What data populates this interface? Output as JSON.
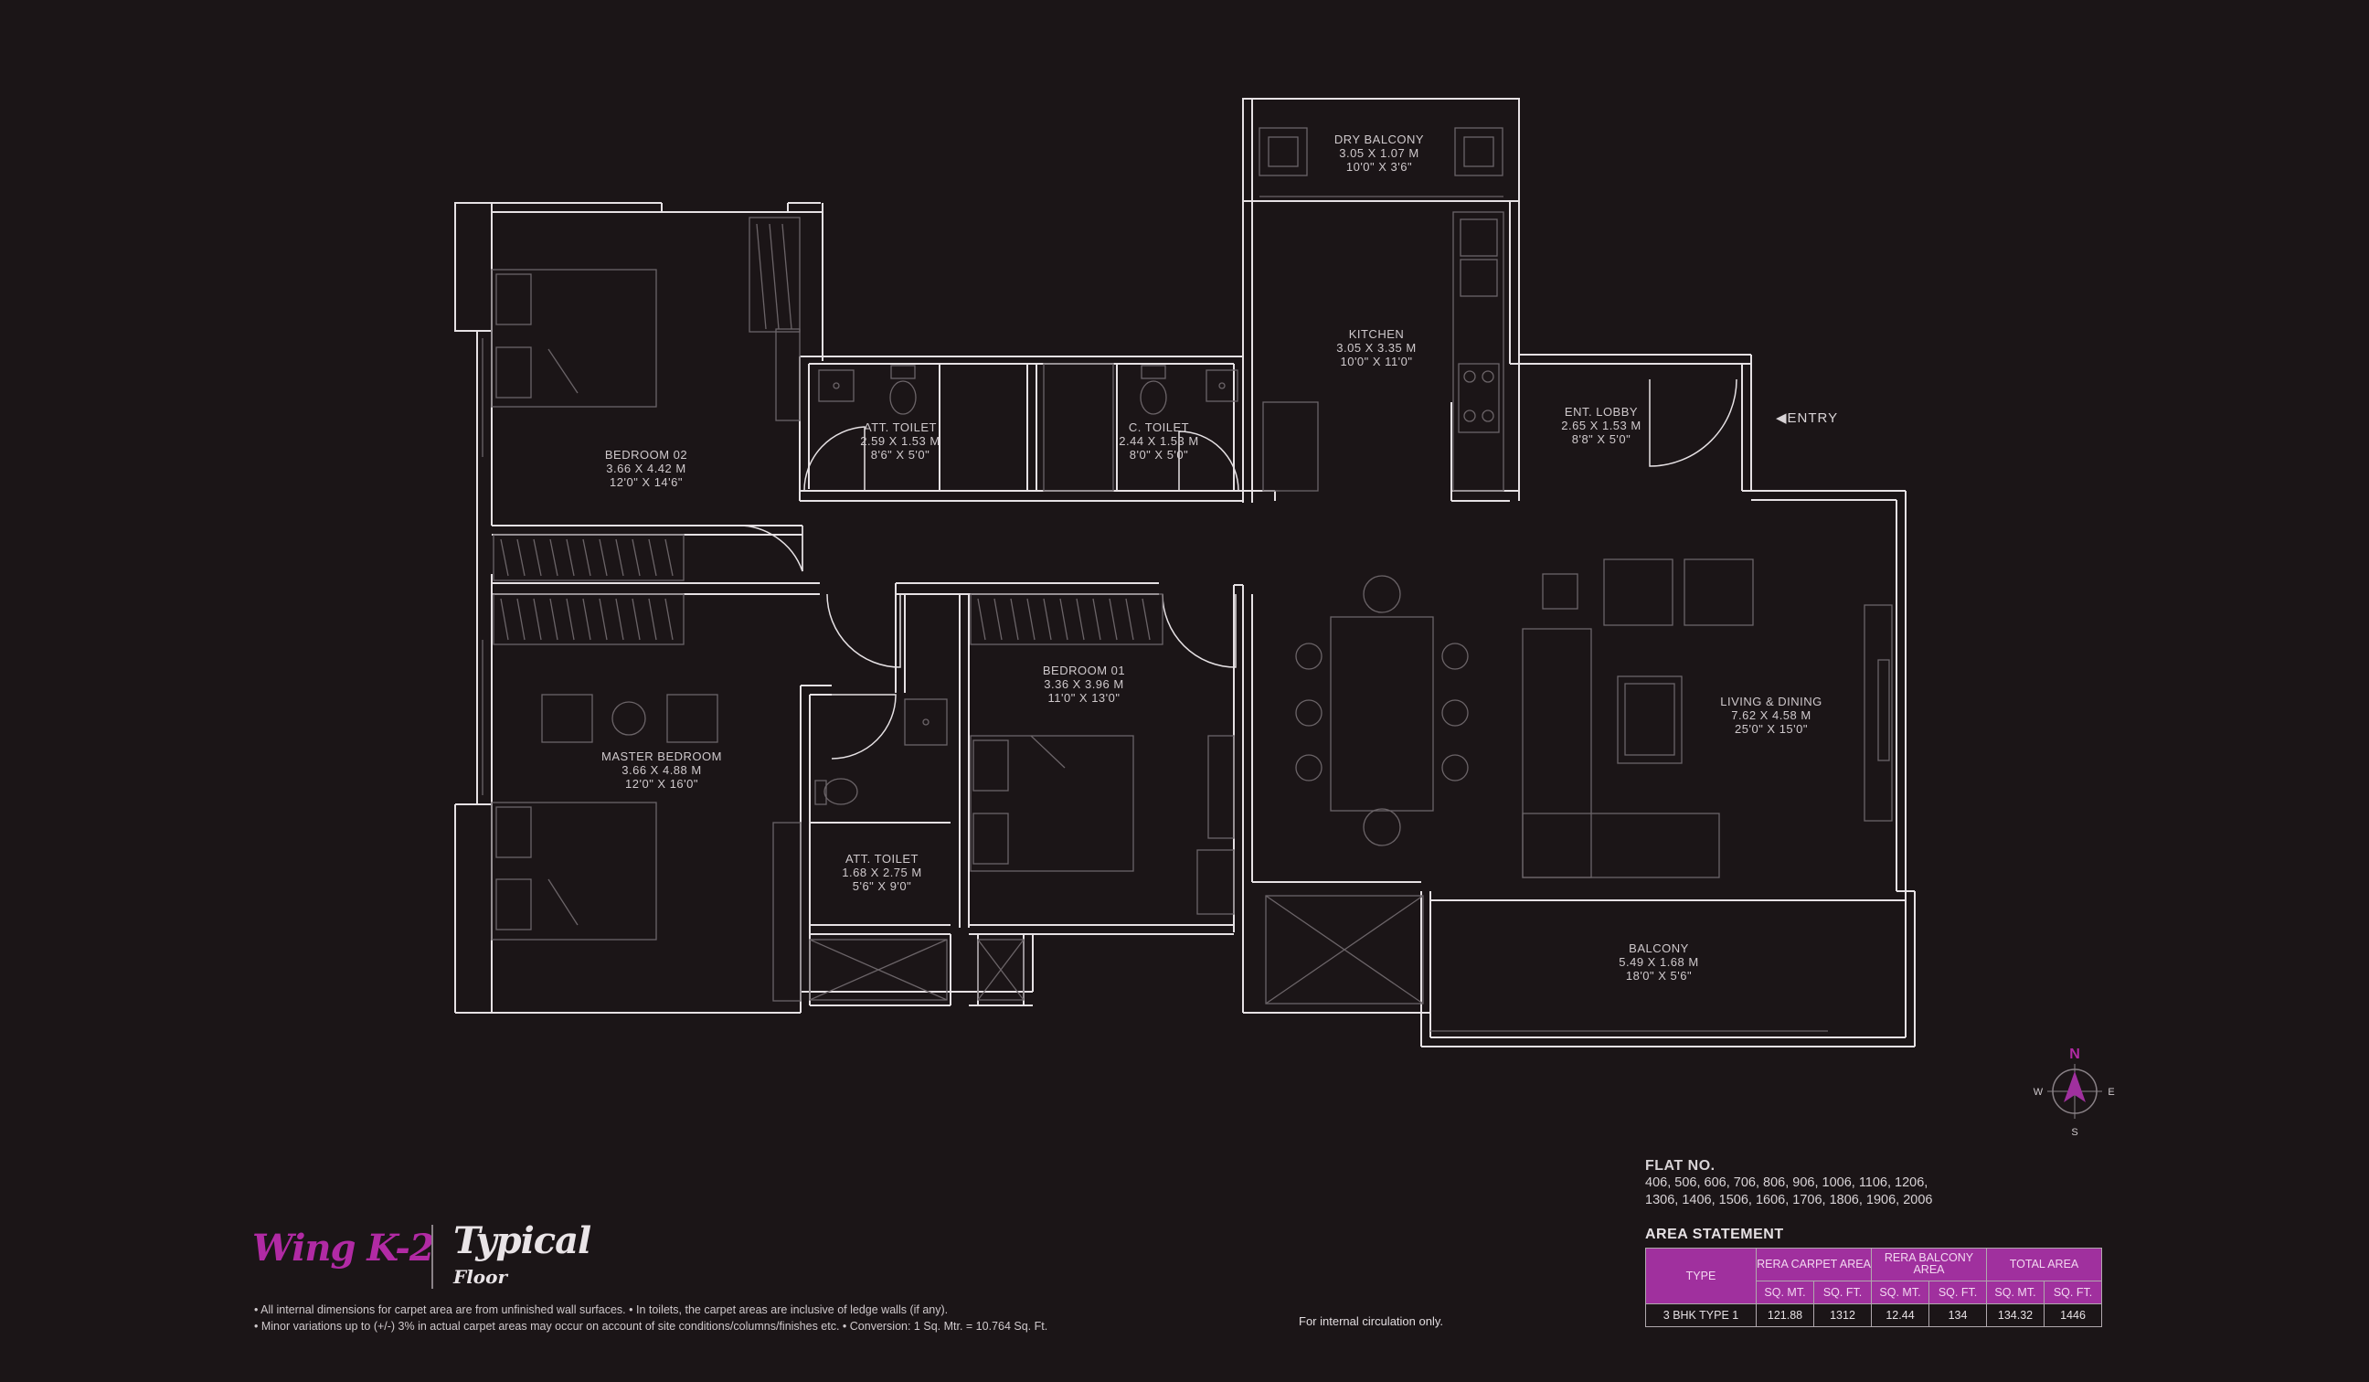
{
  "rooms": {
    "dry_balcony": {
      "name": "DRY BALCONY",
      "metric": "3.05 X 1.07 M",
      "imperial": "10'0\" X 3'6\""
    },
    "kitchen": {
      "name": "KITCHEN",
      "metric": "3.05 X 3.35 M",
      "imperial": "10'0\" X 11'0\""
    },
    "bedroom_02": {
      "name": "BEDROOM 02",
      "metric": "3.66 X 4.42 M",
      "imperial": "12'0\" X 14'6\""
    },
    "att_toilet_1": {
      "name": "ATT. TOILET",
      "metric": "2.59 X 1.53 M",
      "imperial": "8'6\" X 5'0\""
    },
    "c_toilet": {
      "name": "C. TOILET",
      "metric": "2.44 X 1.53 M",
      "imperial": "8'0\" X 5'0\""
    },
    "ent_lobby": {
      "name": "ENT. LOBBY",
      "metric": "2.65 X 1.53 M",
      "imperial": "8'8\" X 5'0\""
    },
    "bedroom_01": {
      "name": "BEDROOM 01",
      "metric": "3.36 X 3.96 M",
      "imperial": "11'0\" X 13'0\""
    },
    "living_dining": {
      "name": "LIVING & DINING",
      "metric": "7.62 X 4.58 M",
      "imperial": "25'0\" X 15'0\""
    },
    "master_bedroom": {
      "name": "MASTER BEDROOM",
      "metric": "3.66 X 4.88 M",
      "imperial": "12'0\" X 16'0\""
    },
    "att_toilet_2": {
      "name": "ATT. TOILET",
      "metric": "1.68 X 2.75 M",
      "imperial": "5'6\" X 9'0\""
    },
    "balcony": {
      "name": "BALCONY",
      "metric": "5.49 X 1.68 M",
      "imperial": "18'0\" X 5'6\""
    }
  },
  "entry_label": "ENTRY",
  "compass": {
    "n": "N",
    "s": "S",
    "e": "E",
    "w": "W"
  },
  "flat": {
    "title": "FLAT NO.",
    "line1": "406, 506, 606, 706, 806, 906, 1006, 1106, 1206,",
    "line2": "1306, 1406, 1506, 1606, 1706, 1806, 1906, 2006"
  },
  "area_statement": {
    "title": "AREA STATEMENT",
    "col_type": "TYPE",
    "col_carpet": "RERA CARPET AREA",
    "col_balcony": "RERA BALCONY AREA",
    "col_total": "TOTAL AREA",
    "unit_mt": "SQ. MT.",
    "unit_ft": "SQ. FT.",
    "row": {
      "type": "3 BHK TYPE 1",
      "carpet_mt": "121.88",
      "carpet_ft": "1312",
      "balcony_mt": "12.44",
      "balcony_ft": "134",
      "total_mt": "134.32",
      "total_ft": "1446"
    }
  },
  "title": {
    "wing": "Wing K-2",
    "typical": "Typical",
    "floor": "Floor"
  },
  "notes": {
    "line1": "• All internal dimensions for carpet area are from unfinished wall surfaces. • In toilets, the carpet areas are inclusive of ledge walls (if any).",
    "line2": "• Minor variations up to (+/-) 3% in actual carpet areas may occur on account of site conditions/columns/finishes etc. • Conversion: 1 Sq. Mtr. = 10.764 Sq. Ft."
  },
  "internal_note": "For internal circulation only.",
  "colors": {
    "background": "#1b1517",
    "accent": "#a0309e",
    "wall": "#e6e1e4"
  }
}
